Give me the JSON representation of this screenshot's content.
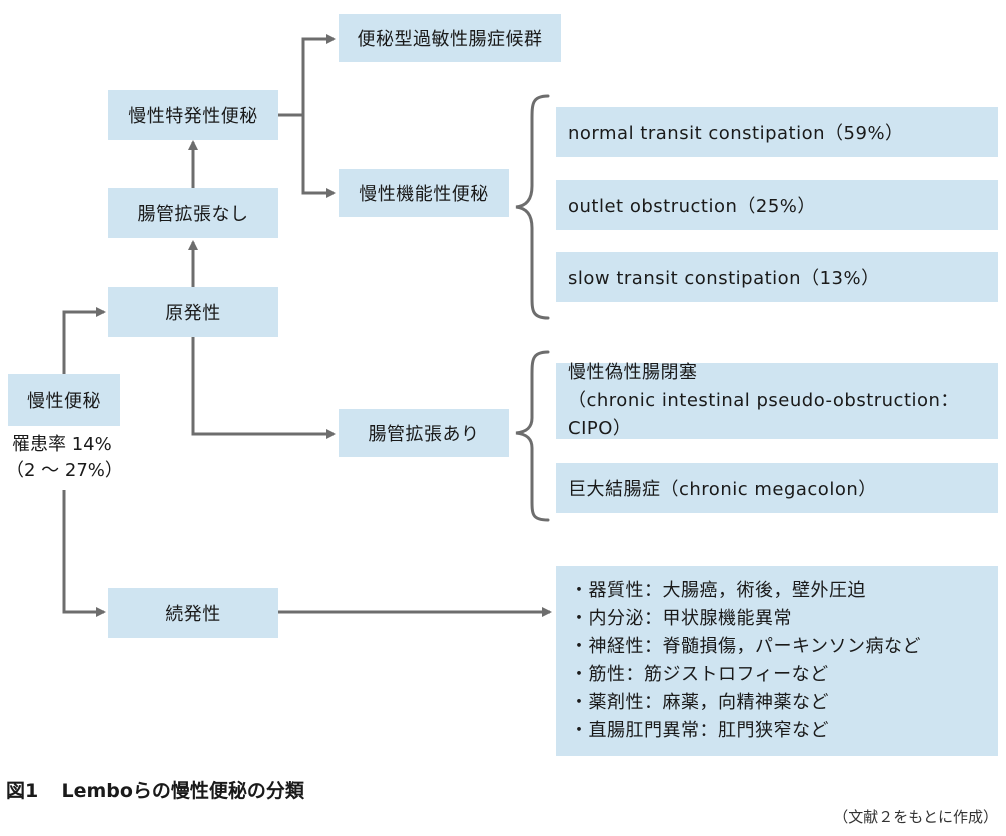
{
  "nodes": {
    "chronic_constipation": "慢性便秘",
    "prevalence": "罹患率 14%",
    "prevalence_range": "（2 ～ 27%）",
    "primary": "原発性",
    "secondary": "続発性",
    "no_dilation": "腸管拡張なし",
    "with_dilation": "腸管拡張あり",
    "idiopathic": "慢性特発性便秘",
    "ibs": "便秘型過敏性腸症候群",
    "functional": "慢性機能性便秘",
    "normal_transit": "normal transit constipation（59%）",
    "outlet": "outlet obstruction（25%）",
    "slow_transit": "slow transit constipation（13%）",
    "cipo_line1": "慢性偽性腸閉塞",
    "cipo_line2": "（chronic intestinal pseudo-obstruction：CIPO）",
    "megacolon": "巨大結腸症（chronic megacolon）"
  },
  "secondary_causes": [
    "・器質性：大腸癌，術後，壁外圧迫",
    "・内分泌：甲状腺機能異常",
    "・神経性：脊髄損傷，パーキンソン病など",
    "・筋性：筋ジストロフィーなど",
    "・薬剤性：麻薬，向精神薬など",
    "・直腸肛門異常：肛門狭窄など"
  ],
  "caption": {
    "label": "図1",
    "title": "Lemboらの慢性便秘の分類",
    "source": "（文献２をもとに作成）"
  },
  "colors": {
    "box_fill": "#cfe4f1",
    "line": "#6d6d6d"
  }
}
